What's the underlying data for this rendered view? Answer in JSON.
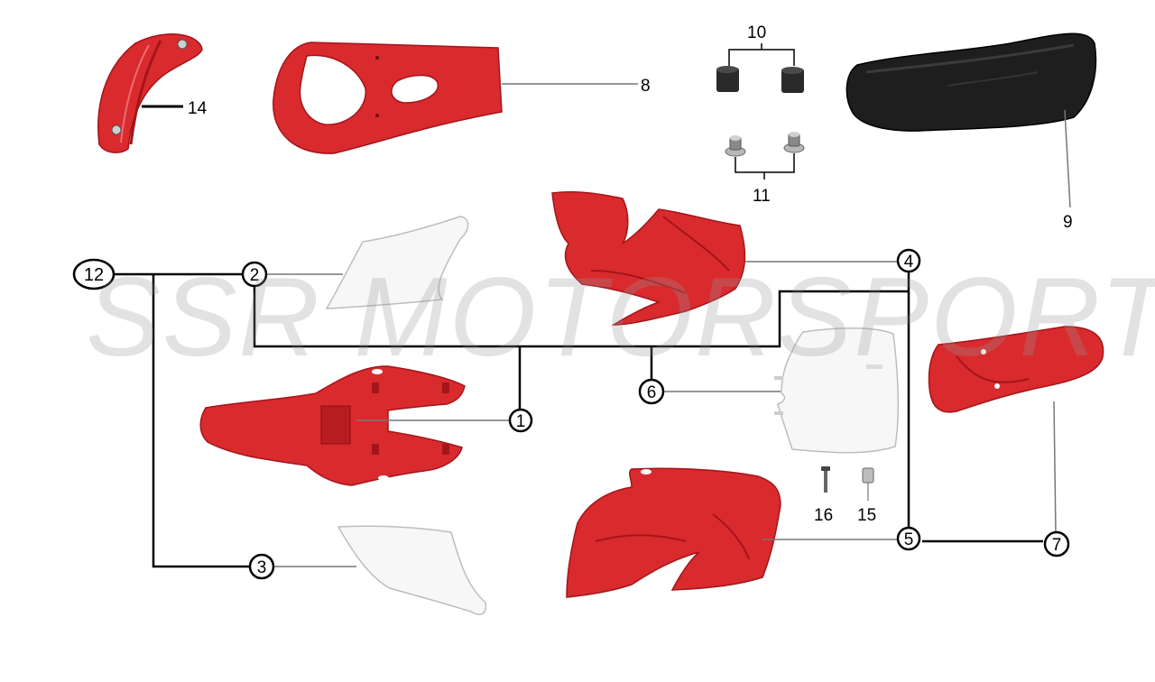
{
  "watermark": "SSR MOTORSPORTS",
  "colors": {
    "part_red": "#d92a2e",
    "part_red_dark": "#a3151a",
    "part_white": "#f7f7f7",
    "seat_black": "#1e1e1e",
    "line": "#000000",
    "leader_gray": "#777777"
  },
  "callouts": {
    "c1": "1",
    "c2": "2",
    "c3": "3",
    "c4": "4",
    "c5": "5",
    "c6": "6",
    "c7": "7",
    "c8": "8",
    "c9": "9",
    "c10": "10",
    "c11": "11",
    "c12": "12",
    "c14": "14",
    "c15": "15",
    "c16": "16"
  }
}
